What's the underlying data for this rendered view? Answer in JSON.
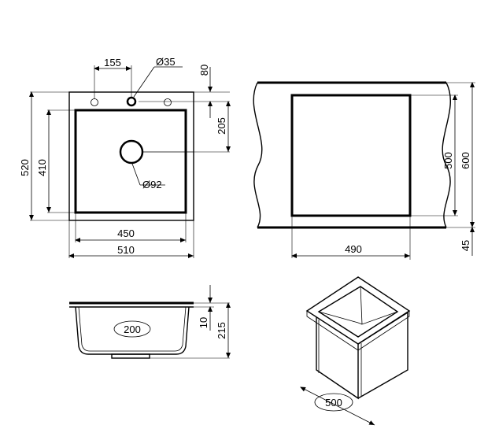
{
  "top_view": {
    "dim_155": "155",
    "dim_d35": "Ø35",
    "dim_80": "80",
    "dim_205": "205",
    "dim_520": "520",
    "dim_410": "410",
    "dim_d92": "Ø92",
    "dim_450": "450",
    "dim_510": "510"
  },
  "cabinet_view": {
    "dim_500": "500",
    "dim_600": "600",
    "dim_490": "490",
    "dim_45": "45"
  },
  "section_view": {
    "dim_200": "200",
    "dim_10": "10",
    "dim_215": "215"
  },
  "iso_view": {
    "dim_500": "500"
  }
}
